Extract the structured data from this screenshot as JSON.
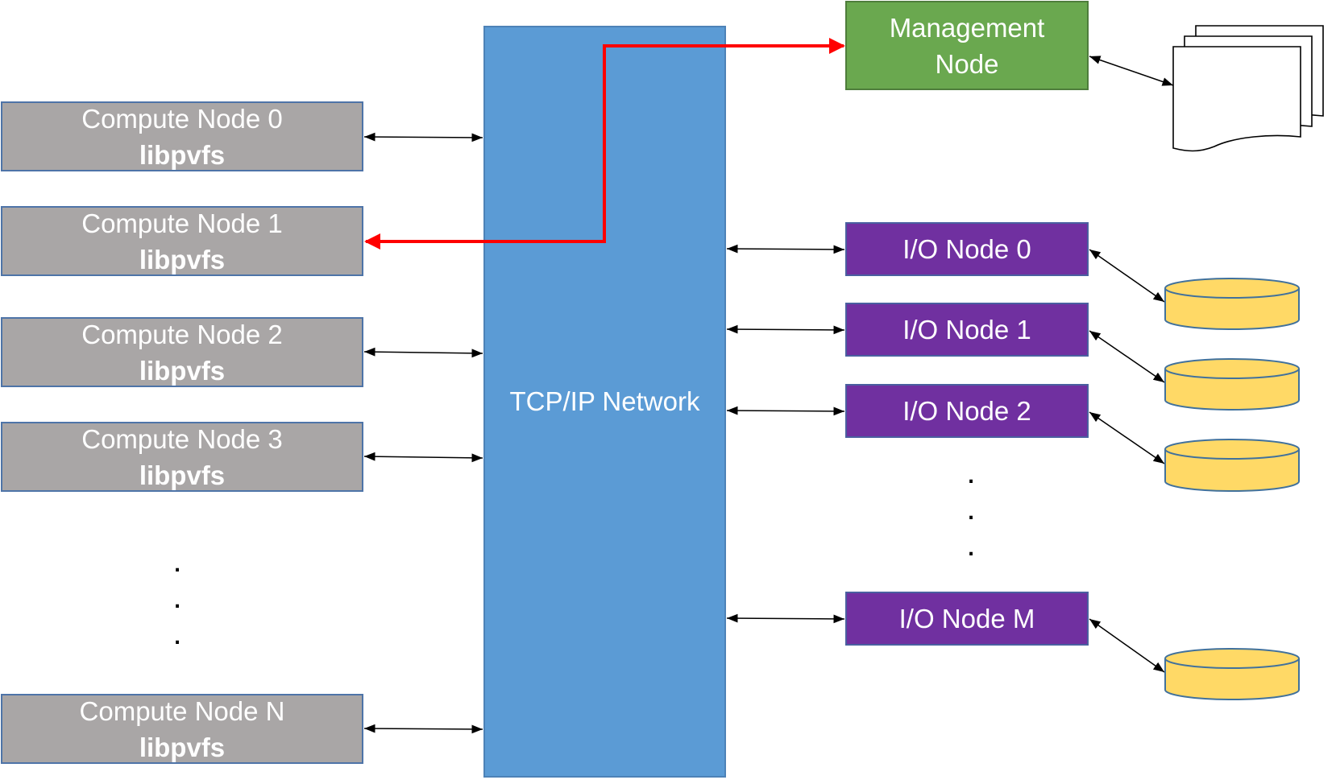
{
  "network": {
    "label": "TCP/IP Network"
  },
  "management": {
    "line1": "Management",
    "line2": "Node"
  },
  "compute_nodes": [
    {
      "label": "Compute Node 0",
      "lib": "libpvfs"
    },
    {
      "label": "Compute Node 1",
      "lib": "libpvfs"
    },
    {
      "label": "Compute Node 2",
      "lib": "libpvfs"
    },
    {
      "label": "Compute Node 3",
      "lib": "libpvfs"
    },
    {
      "label": "Compute Node N",
      "lib": "libpvfs"
    }
  ],
  "io_nodes": [
    {
      "label": "I/O Node 0"
    },
    {
      "label": "I/O Node 1"
    },
    {
      "label": "I/O Node 2"
    },
    {
      "label": "I/O Node M"
    }
  ],
  "ellipsis": {
    "dot": "."
  },
  "colors": {
    "compute": "#a9a6a6",
    "network": "#5b9bd5",
    "management": "#6aa84f",
    "io": "#7030a0",
    "disk": "#ffd966",
    "highlight_path": "#ff0000"
  }
}
